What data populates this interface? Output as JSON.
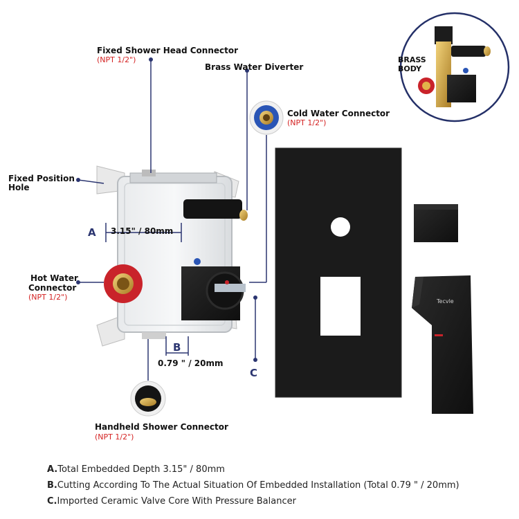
{
  "labels": {
    "fixed_shower_head": {
      "name": "Fixed Shower Head Connector",
      "spec": "(NPT 1/2\")"
    },
    "brass_diverter": {
      "name": "Brass Water Diverter"
    },
    "cold_water": {
      "name": "Cold Water Connector",
      "spec": "(NPT 1/2\")"
    },
    "fixed_position": {
      "line1": "Fixed Position",
      "line2": "Hole"
    },
    "hot_water": {
      "line1": "Hot Water",
      "line2": "Connector",
      "spec": "(NPT 1/2\")"
    },
    "handheld": {
      "name": "Handheld Shower Connector",
      "spec": "(NPT 1/2\")"
    },
    "brass_body": {
      "line1": "BRASS",
      "line2": "BODY"
    }
  },
  "dimensions": {
    "a_letter": "A",
    "a_value": "3.15\" / 80mm",
    "b_letter": "B",
    "b_value": "0.79 \" / 20mm",
    "c_letter": "C"
  },
  "handle_brand": "Tecvle",
  "notes": [
    {
      "key": "A.",
      "text": "Total Embedded Depth 3.15\" / 80mm"
    },
    {
      "key": "B.",
      "text": "Cutting According To The Actual Situation Of Embedded Installation (Total 0.79 \" / 20mm)"
    },
    {
      "key": "C.",
      "text": "Imported Ceramic Valve Core With Pressure Balancer"
    }
  ],
  "colors": {
    "accent_red": "#d42323",
    "line_navy": "#2b3570",
    "matte_black": "#1b1b1b"
  }
}
